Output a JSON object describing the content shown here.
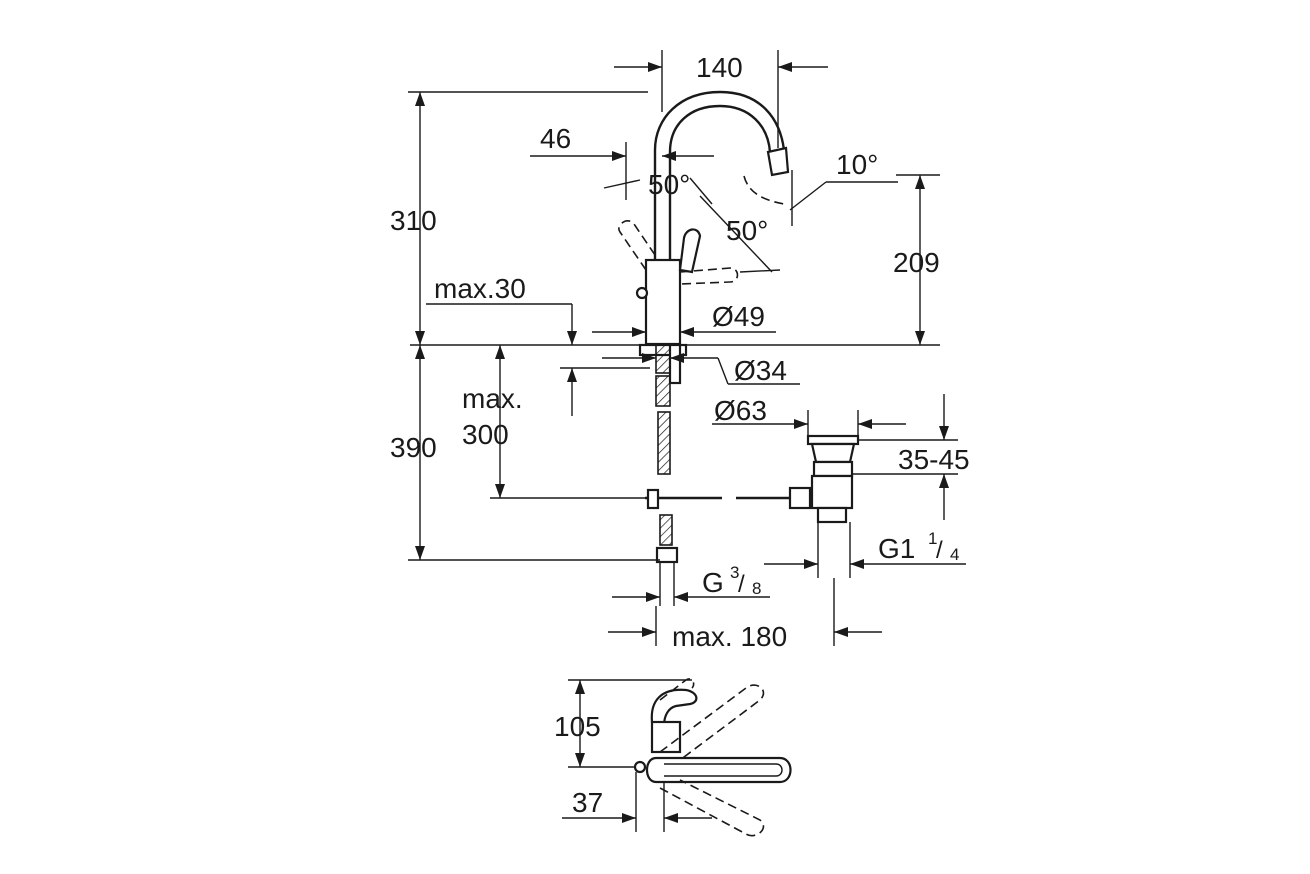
{
  "dimensions": {
    "spout_reach": "140",
    "lever_offset": "46",
    "lever_angle_left": "50°",
    "lever_angle_right": "50°",
    "spout_tilt": "10°",
    "total_height": "310",
    "spout_height": "209",
    "deck_thickness_line1": "max.",
    "deck_thickness_max": "max.30",
    "below_deck_max_line1": "max.",
    "below_deck_max_line2": "300",
    "body_diameter": "Ø49",
    "shank_diameter": "Ø34",
    "waste_diameter": "Ø63",
    "waste_range": "35-45",
    "below_deck_length": "390",
    "waste_thread_main": "G1",
    "waste_thread_num": "1",
    "waste_thread_den": "4",
    "hose_thread_main": "G",
    "hose_thread_num": "3",
    "hose_thread_den": "8",
    "waste_distance": "max. 180",
    "plan_depth": "105",
    "plan_offset": "37"
  },
  "colors": {
    "line": "#1a1a1a",
    "background": "#ffffff"
  }
}
